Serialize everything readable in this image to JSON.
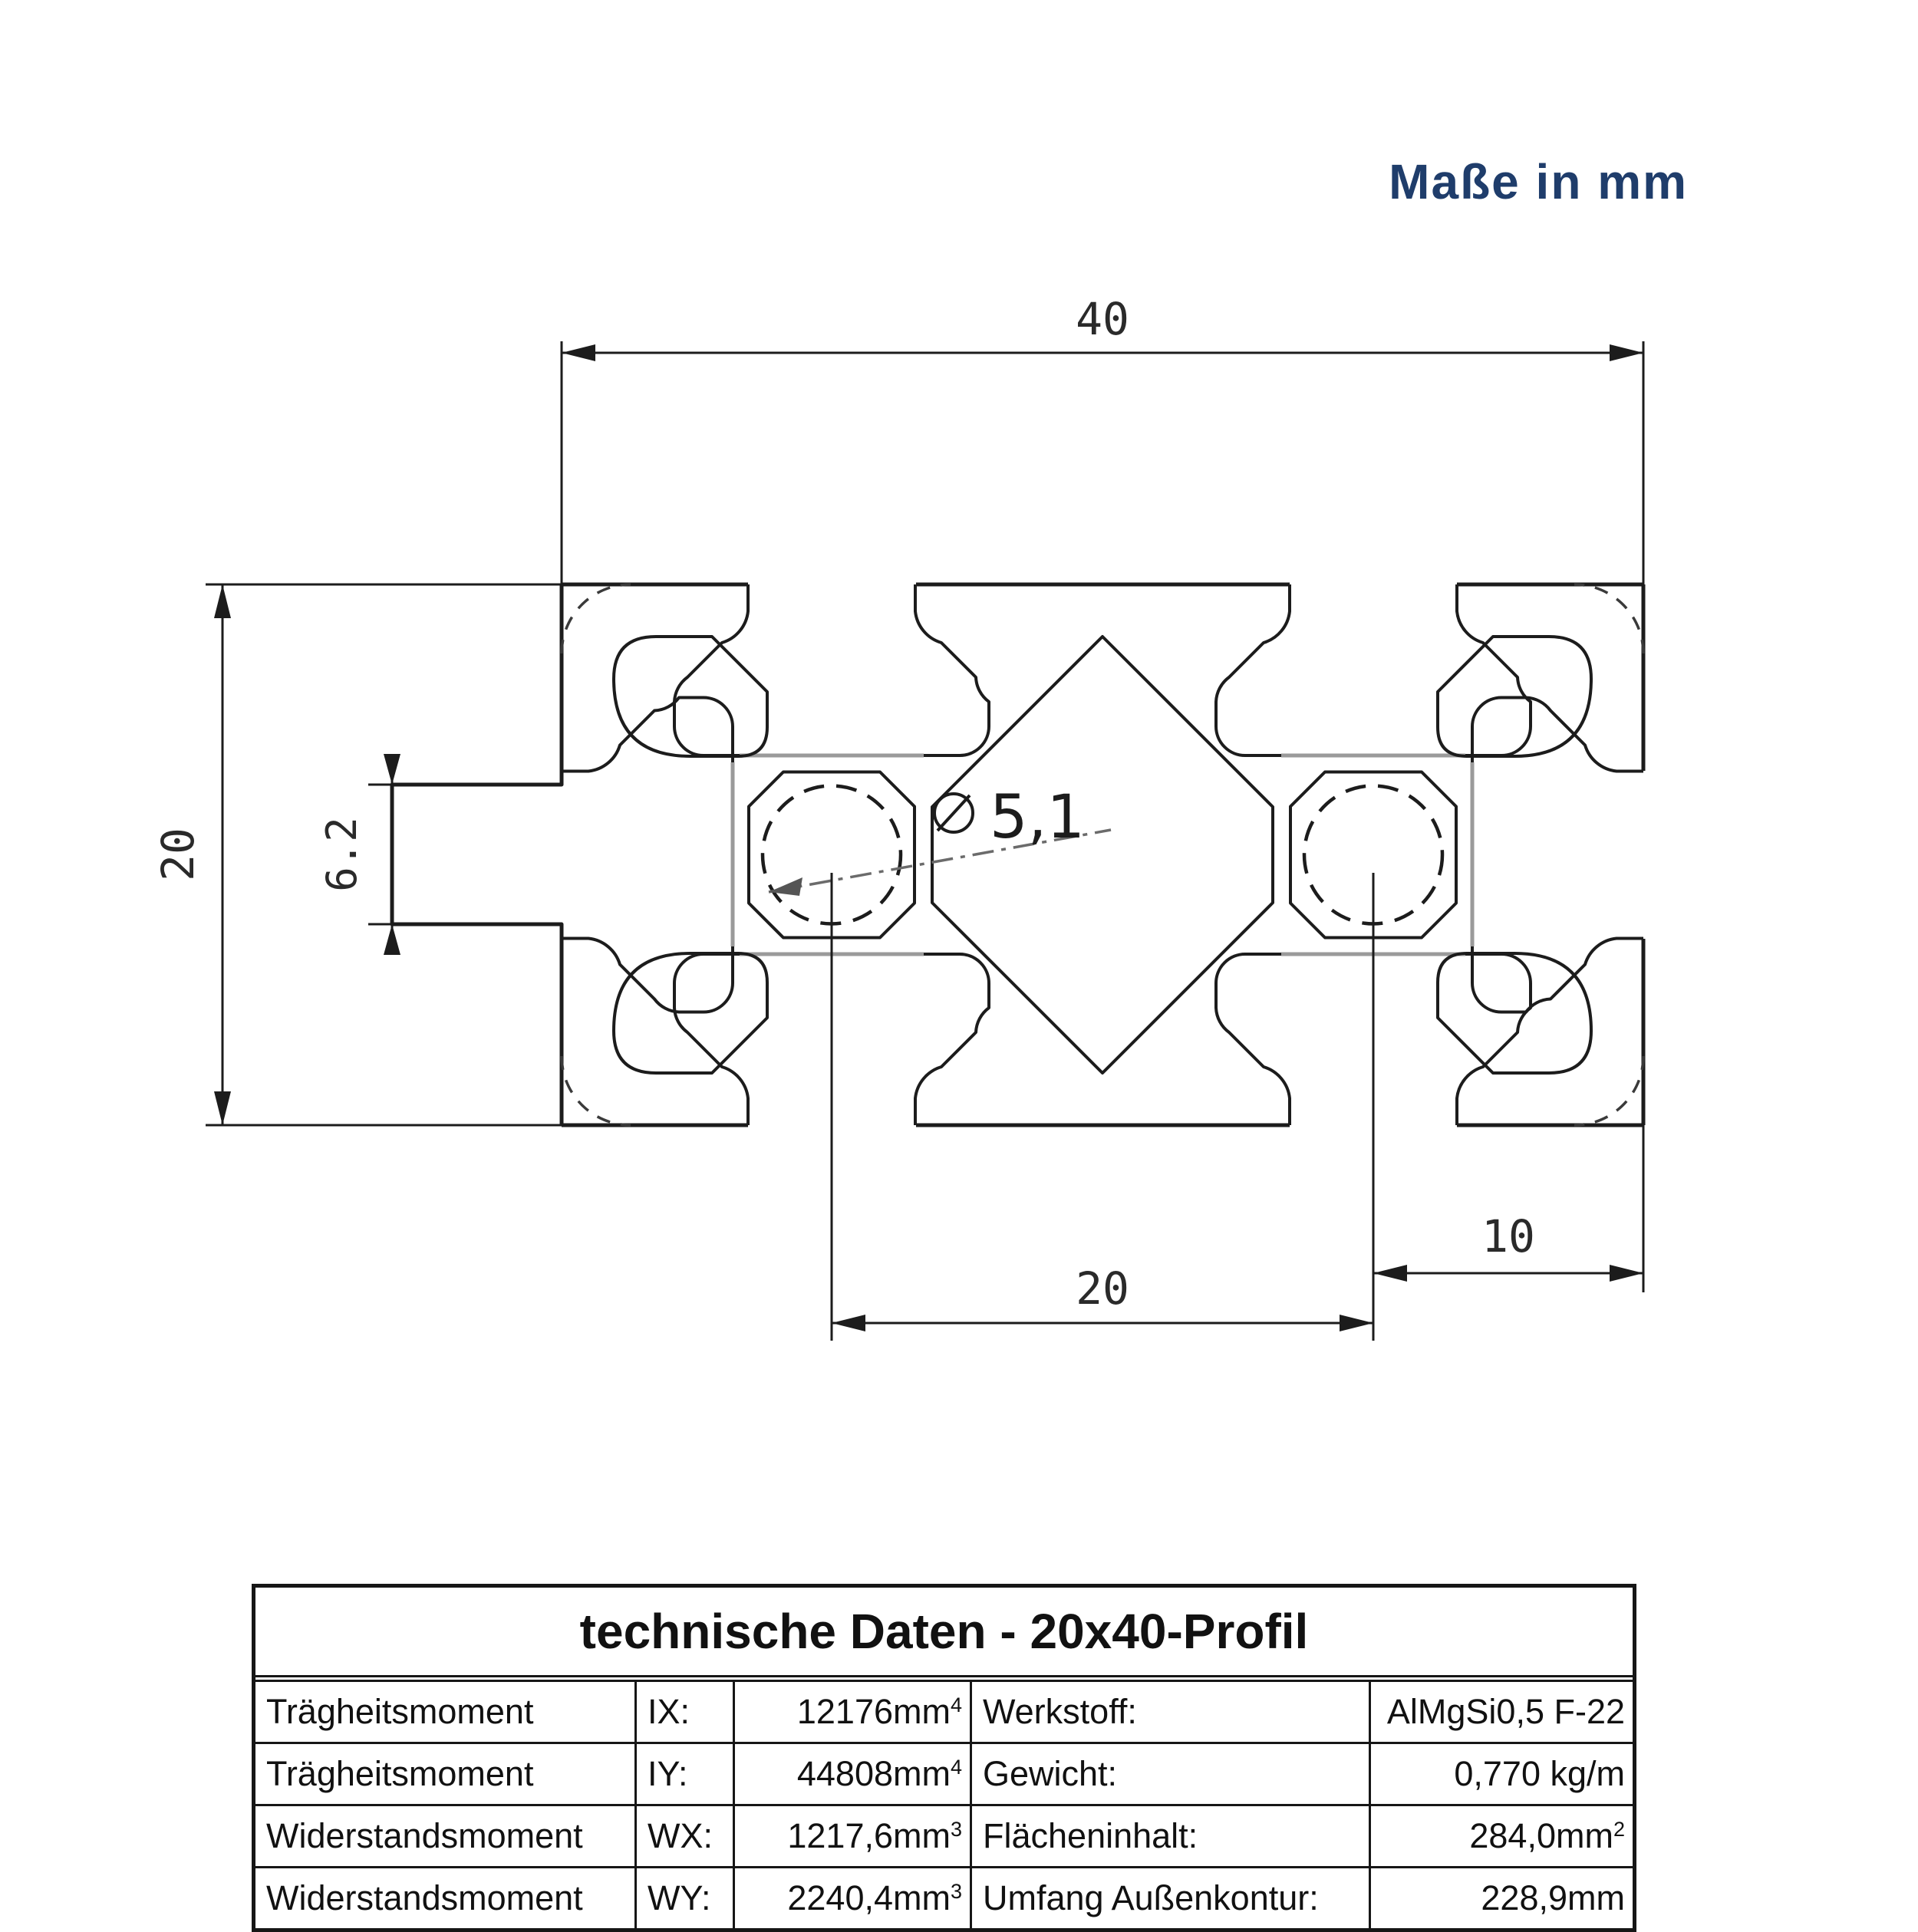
{
  "note": "Maße in mm",
  "drawing": {
    "dim_width": "40",
    "dim_height": "20",
    "dim_slot": "6.2",
    "dim_hole": "5,1",
    "dim_pitch": "20",
    "dim_edge": "10",
    "colors": {
      "line": "#1c1c1c",
      "gray_accent": "#9a9a9a",
      "note_blue": "#1f3d6b"
    }
  },
  "table": {
    "title": "technische Daten - 20x40-Profil",
    "rows": [
      {
        "name": "Trägheitsmoment",
        "sym": "IX:",
        "val": "12176mm",
        "val_sup": "4",
        "prop": "Werkstoff:",
        "pval": "AlMgSi0,5 F-22",
        "pval_sup": ""
      },
      {
        "name": "Trägheitsmoment",
        "sym": "IY:",
        "val": "44808mm",
        "val_sup": "4",
        "prop": "Gewicht:",
        "pval": "0,770 kg/m",
        "pval_sup": ""
      },
      {
        "name": "Widerstandsmoment",
        "sym": "WX:",
        "val": "1217,6mm",
        "val_sup": "3",
        "prop": "Flächeninhalt:",
        "pval": "284,0mm",
        "pval_sup": "2"
      },
      {
        "name": "Widerstandsmoment",
        "sym": "WY:",
        "val": "2240,4mm",
        "val_sup": "3",
        "prop": "Umfang Außenkontur:",
        "pval": "228,9mm",
        "pval_sup": ""
      }
    ]
  }
}
